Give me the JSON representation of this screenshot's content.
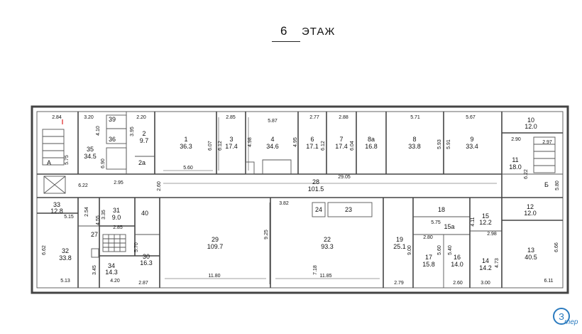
{
  "title": {
    "number": "6",
    "word": "ЭТАЖ"
  },
  "rooms": [
    {
      "id": "r1",
      "num": "1",
      "area": "36.3"
    },
    {
      "id": "r2",
      "num": "2",
      "area": "9.7"
    },
    {
      "id": "r2a",
      "num": "2a",
      "area": ""
    },
    {
      "id": "r3",
      "num": "3",
      "area": "17.4"
    },
    {
      "id": "r4",
      "num": "4",
      "area": "34.6"
    },
    {
      "id": "r6",
      "num": "6",
      "area": "17.1"
    },
    {
      "id": "r7",
      "num": "7",
      "area": "17.4"
    },
    {
      "id": "r8a",
      "num": "8a",
      "area": "16.8"
    },
    {
      "id": "r8",
      "num": "8",
      "area": "33.8"
    },
    {
      "id": "r9",
      "num": "9",
      "area": "33.4"
    },
    {
      "id": "r10",
      "num": "10",
      "area": "12.0"
    },
    {
      "id": "r11",
      "num": "11",
      "area": "18.0"
    },
    {
      "id": "r12",
      "num": "12",
      "area": "12.0"
    },
    {
      "id": "r13",
      "num": "13",
      "area": "40.5"
    },
    {
      "id": "r14",
      "num": "14",
      "area": "14.2"
    },
    {
      "id": "r15",
      "num": "15",
      "area": "12.2"
    },
    {
      "id": "r15a",
      "num": "15a",
      "area": ""
    },
    {
      "id": "r16",
      "num": "16",
      "area": "14.0"
    },
    {
      "id": "r17",
      "num": "17",
      "area": "15.8"
    },
    {
      "id": "r18",
      "num": "18",
      "area": ""
    },
    {
      "id": "r19",
      "num": "19",
      "area": "25.1"
    },
    {
      "id": "r22",
      "num": "22",
      "area": "93.3"
    },
    {
      "id": "r23",
      "num": "23",
      "area": ""
    },
    {
      "id": "r24",
      "num": "24",
      "area": ""
    },
    {
      "id": "r28",
      "num": "28",
      "area": "101.5"
    },
    {
      "id": "r29",
      "num": "29",
      "area": "109.7"
    },
    {
      "id": "r30",
      "num": "30",
      "area": "16.3"
    },
    {
      "id": "r31",
      "num": "31",
      "area": "9.0"
    },
    {
      "id": "r32",
      "num": "32",
      "area": "33.8"
    },
    {
      "id": "r33",
      "num": "33",
      "area": "12.8"
    },
    {
      "id": "r34",
      "num": "34",
      "area": "14.3"
    },
    {
      "id": "r35",
      "num": "35",
      "area": "34.5"
    },
    {
      "id": "r36",
      "num": "36",
      "area": ""
    },
    {
      "id": "r39",
      "num": "39",
      "area": ""
    },
    {
      "id": "r40",
      "num": "40",
      "area": ""
    },
    {
      "id": "r27",
      "num": "27",
      "area": ""
    },
    {
      "id": "rA",
      "num": "А",
      "area": ""
    },
    {
      "id": "rB",
      "num": "Б",
      "area": ""
    }
  ],
  "dimensions": [
    "2.84",
    "3.20",
    "2.20",
    "2.85",
    "5.87",
    "2.77",
    "2.88",
    "5.71",
    "5.67",
    "4.10",
    "3.95",
    "6.07",
    "6.12",
    "4.98",
    "4.95",
    "6.12",
    "6.04",
    "5.93",
    "5.91",
    "2.90",
    "2.97",
    "5.75",
    "6.90",
    "5.60",
    "29.05",
    "6.22",
    "2.95",
    "2.60",
    "6.22",
    "5.80",
    "3.82",
    "2.54",
    "5.15",
    "3.35",
    "4.55",
    "2.85",
    "9.25",
    "5.75",
    "2.80",
    "4.11",
    "2.98",
    "6.66",
    "6.62",
    "5.70",
    "7.18",
    "5.60",
    "5.40",
    "9.00",
    "4.73",
    "3.45",
    "5.13",
    "4.20",
    "2.87",
    "11.80",
    "11.85",
    "2.79",
    "2.60",
    "3.00",
    "6.11"
  ],
  "watermark": {
    "glyph": "З",
    "text": "тер"
  }
}
